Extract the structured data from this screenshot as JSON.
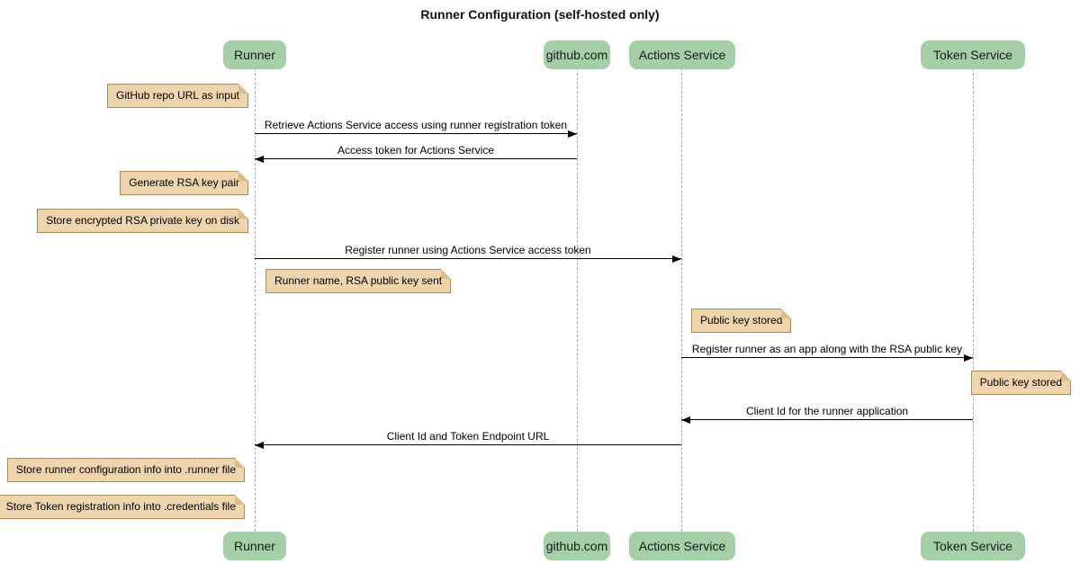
{
  "title": "Runner Configuration (self-hosted only)",
  "participants": {
    "runner": "Runner",
    "github": "github.com",
    "actions": "Actions Service",
    "token": "Token Service"
  },
  "messages": [
    {
      "from": "Runner",
      "to": "github.com",
      "text": "Retrieve Actions Service access using runner registration token"
    },
    {
      "from": "github.com",
      "to": "Runner",
      "text": "Access token for Actions Service"
    },
    {
      "from": "Runner",
      "to": "Actions Service",
      "text": "Register runner using Actions Service access token"
    },
    {
      "from": "Actions Service",
      "to": "Token Service",
      "text": "Register runner as an app along with the RSA public key"
    },
    {
      "from": "Token Service",
      "to": "Actions Service",
      "text": "Client Id for the runner application"
    },
    {
      "from": "Actions Service",
      "to": "Runner",
      "text": "Client Id and Token Endpoint URL"
    }
  ],
  "notes": [
    {
      "text": "GitHub repo URL as input",
      "anchor": "left of Runner"
    },
    {
      "text": "Generate RSA key pair",
      "anchor": "left of Runner"
    },
    {
      "text": "Store encrypted RSA private key on disk",
      "anchor": "left of Runner"
    },
    {
      "text": "Runner name, RSA public key sent",
      "anchor": "right of Runner"
    },
    {
      "text": "Public key stored",
      "anchor": "right of Actions Service"
    },
    {
      "text": "Public key stored",
      "anchor": "right of Token Service"
    },
    {
      "text": "Store runner configuration info into .runner file",
      "anchor": "left of Runner"
    },
    {
      "text": "Store Token registration info into .credentials file",
      "anchor": "left of Runner"
    }
  ],
  "colors": {
    "participant_fill": "#A5CFA7",
    "note_fill": "#EED5AD",
    "note_border": "#AE8753",
    "lifeline": "#A6A6A6",
    "arrow": "#000000"
  }
}
